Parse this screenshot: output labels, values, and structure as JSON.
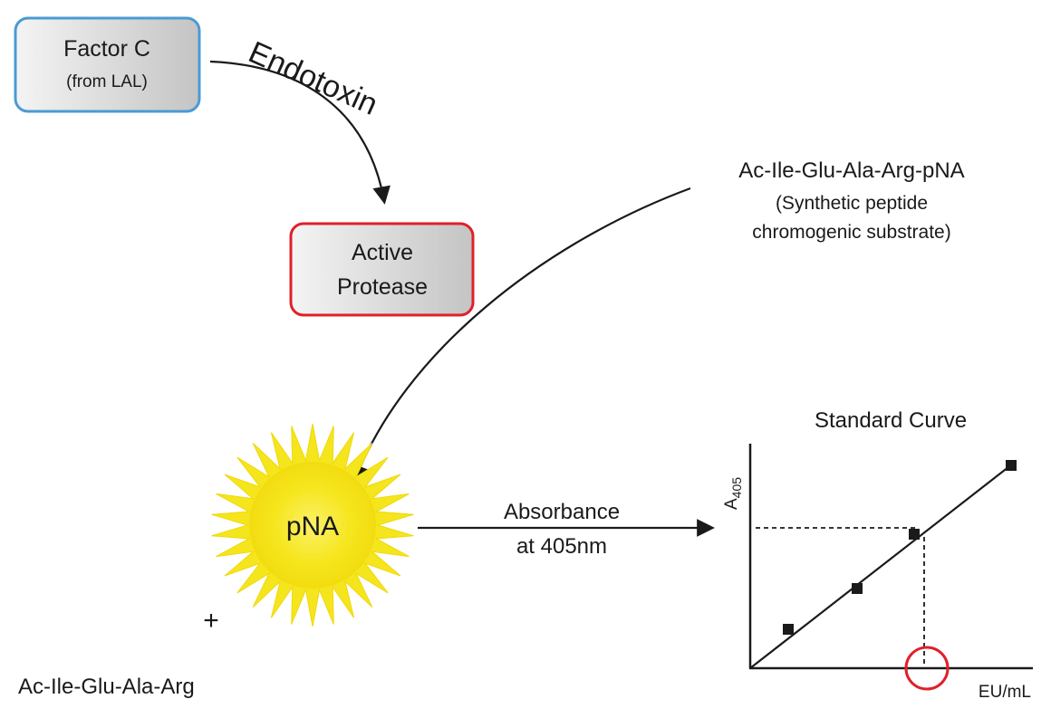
{
  "factor_c": {
    "title": "Factor C",
    "subtitle": "(from LAL)"
  },
  "trigger_label": "Endotoxin",
  "protease": {
    "line1": "Active",
    "line2": "Protease"
  },
  "substrate": {
    "name": "Ac-Ile-Glu-Ala-Arg-pNA",
    "desc_line1": "(Synthetic peptide",
    "desc_line2": "chromogenic substrate)"
  },
  "product": {
    "label": "pNA",
    "plus": "+",
    "peptide": "Ac-Ile-Glu-Ala-Arg"
  },
  "measurement": {
    "line1": "Absorbance",
    "line2": "at 405nm"
  },
  "standard_curve": {
    "title": "Standard Curve",
    "y_label_main": "A",
    "y_label_sub": "405",
    "x_label": "EU/mL"
  },
  "colors": {
    "factor_c_border": "#4a9ad4",
    "protease_border": "#e0202a",
    "box_fill_light": "#f4f4f4",
    "box_fill_dark": "#c4c4c4",
    "starburst": "#f5e51c",
    "starburst_center": "#f8ee3a",
    "highlight_circle": "#e0202a",
    "line": "#1a1a1a"
  }
}
